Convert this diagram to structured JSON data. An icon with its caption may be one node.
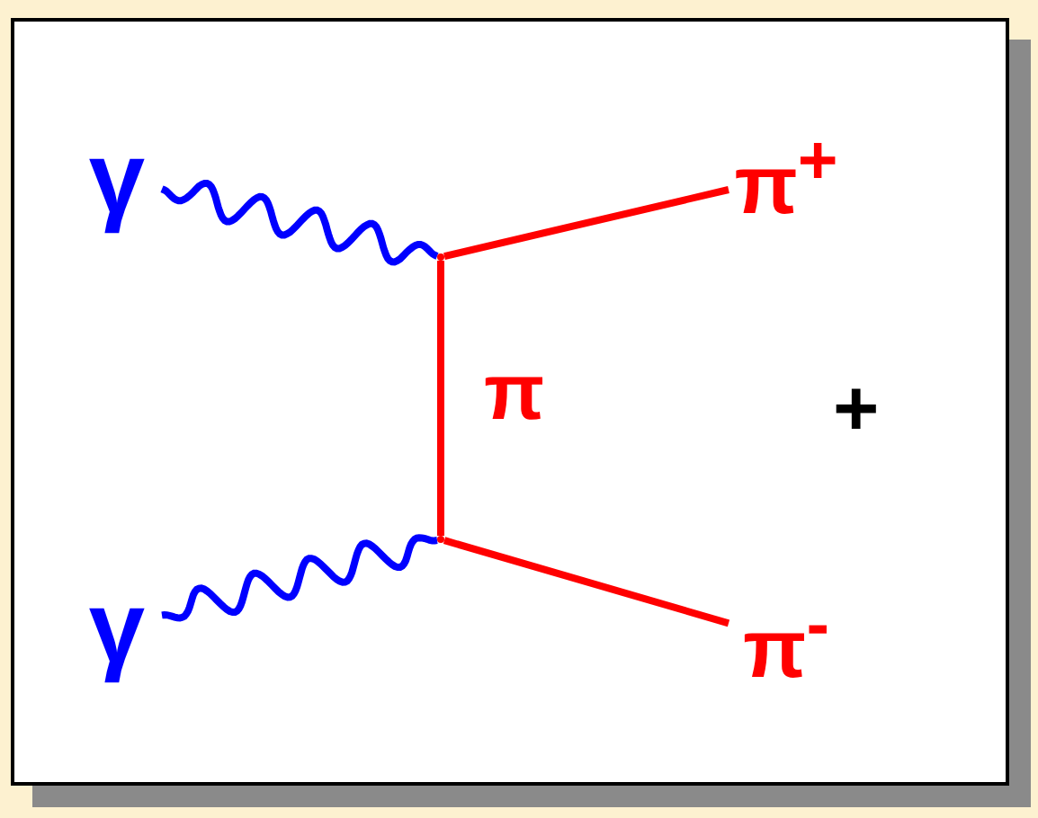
{
  "diagram": {
    "nodes": [
      {
        "text": [
          "γ"
        ]
      },
      {
        "text": [
          "γ"
        ]
      },
      {
        "text": [],
        "shape": "point"
      },
      {
        "text": [],
        "shape": "point"
      },
      {
        "text": [
          "π$^{+}$"
        ]
      },
      {
        "text": [
          "π$^{-}$"
        ]
      }
    ],
    "edges": [
      {
        "from": 0,
        "to": 2,
        "arrow": "none",
        "color": "#0000ff"
      },
      {
        "from": 1,
        "to": 3,
        "arrow": "none",
        "color": "#0000ff"
      },
      {
        "from": 2,
        "to": 4,
        "arrow": "none"
      },
      {
        "from": 2,
        "to": 3,
        "arrow": "none",
        "label": "π"
      },
      {
        "from": 3,
        "to": 5,
        "arrow": "none"
      }
    ],
    "labels": [
      "+"
    ]
  }
}
